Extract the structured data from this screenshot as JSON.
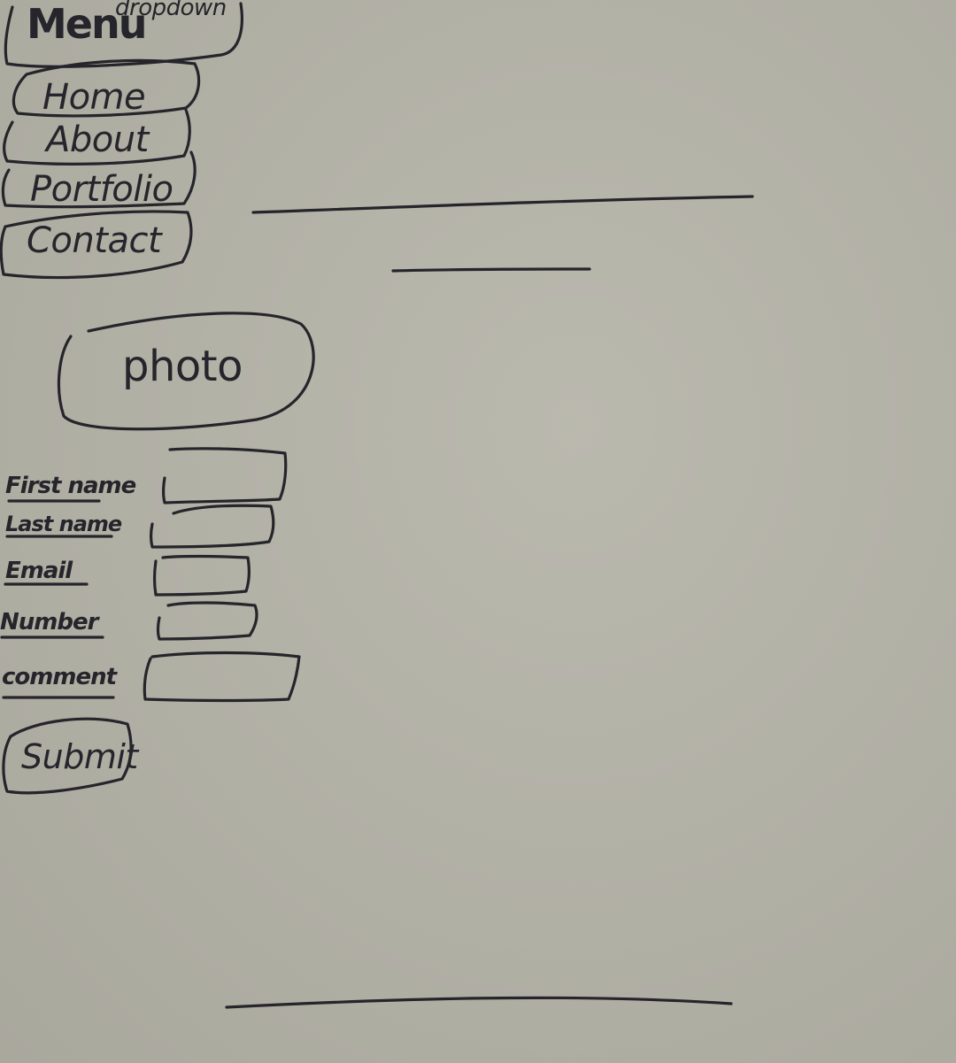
{
  "menu": {
    "title": "Menu",
    "note": "dropdown",
    "items": [
      {
        "label": "Home"
      },
      {
        "label": "About"
      },
      {
        "label": "Portfolio"
      },
      {
        "label": "Contact"
      }
    ]
  },
  "photo": {
    "label": "photo"
  },
  "form": {
    "fields": [
      {
        "label": "First name"
      },
      {
        "label": "Last name"
      },
      {
        "label": "Email"
      },
      {
        "label": "Number"
      },
      {
        "label": "comment"
      }
    ],
    "submit_label": "Submit"
  },
  "colors": {
    "paper": "#b3b2a7",
    "ink": "#25252b"
  }
}
